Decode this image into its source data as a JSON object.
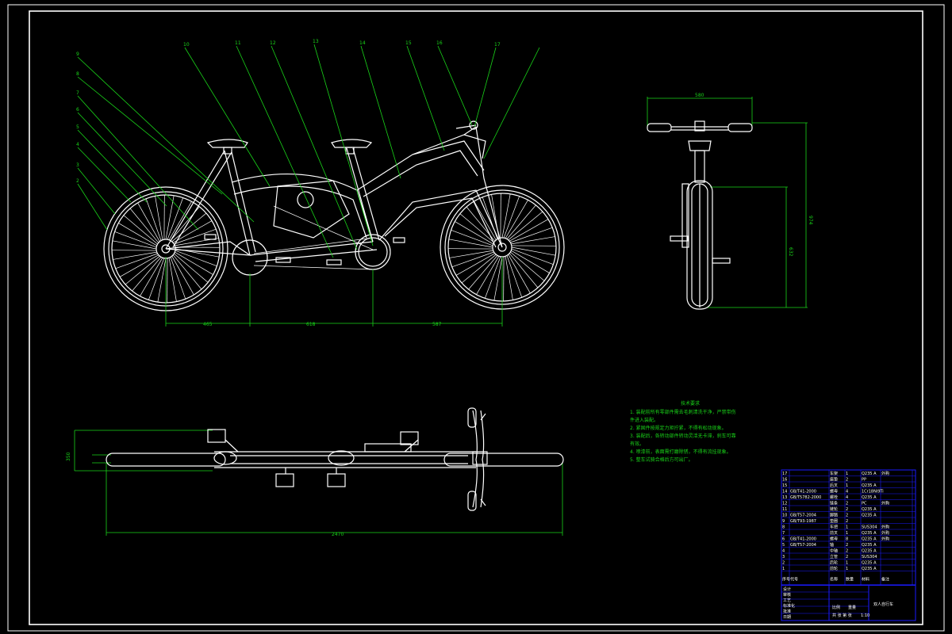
{
  "colors": {
    "background": "#000000",
    "lines": "#ffffff",
    "dimensions": "#19d419",
    "table_frame": "#1a1aff"
  },
  "balloons": [
    "2",
    "3",
    "4",
    "5",
    "6",
    "7",
    "8",
    "9",
    "10",
    "11",
    "12",
    "13",
    "14",
    "15",
    "16",
    "17"
  ],
  "dims": {
    "side_rear": "465",
    "side_mid": "618",
    "side_front": "587",
    "front_width": "580",
    "front_height": "974",
    "front_wheel": "632",
    "top_length": "2470",
    "top_width": "350"
  },
  "notes": {
    "title": "技术要求",
    "lines": [
      "1. 装配前所有零部件需去毛刺清洗干净，严禁带伤",
      "件进入装配。",
      "2. 紧固件按规定力矩拧紧，不得有松动现象。",
      "3. 装配后，各转动部件转动灵活无卡滞，刹车可靠",
      "有效。",
      "4. 喷漆前，表面需打磨除锈，不得有流挂现象。",
      "5. 整车试骑合格后方可出厂。"
    ]
  },
  "bom": [
    {
      "no": "17",
      "code": "",
      "name": "车架",
      "qty": "1",
      "mat": "Q235 A",
      "note": "外购"
    },
    {
      "no": "16",
      "code": "",
      "name": "座垫",
      "qty": "2",
      "mat": "PP",
      "note": ""
    },
    {
      "no": "15",
      "code": "",
      "name": "后叉",
      "qty": "1",
      "mat": "Q235 A",
      "note": ""
    },
    {
      "no": "14",
      "code": "GB/T41-2000",
      "name": "螺母",
      "qty": "4",
      "mat": "1Cr18Ni9Ti",
      "note": ""
    },
    {
      "no": "13",
      "code": "GB/T5782-2000",
      "name": "螺栓",
      "qty": "4",
      "mat": "Q235 A",
      "note": ""
    },
    {
      "no": "12",
      "code": "",
      "name": "链条",
      "qty": "2",
      "mat": "PC",
      "note": "外购"
    },
    {
      "no": "11",
      "code": "",
      "name": "链轮",
      "qty": "2",
      "mat": "Q235 A",
      "note": ""
    },
    {
      "no": "10",
      "code": "GB/T57-2004",
      "name": "脚踏",
      "qty": "2",
      "mat": "Q235 A",
      "note": ""
    },
    {
      "no": "9",
      "code": "GB/T93-1987",
      "name": "垫圈",
      "qty": "2",
      "mat": "",
      "note": ""
    },
    {
      "no": "8",
      "code": "",
      "name": "车把",
      "qty": "1",
      "mat": "SUS304",
      "note": "外购"
    },
    {
      "no": "7",
      "code": "",
      "name": "前叉",
      "qty": "1",
      "mat": "Q235 A",
      "note": "外购"
    },
    {
      "no": "6",
      "code": "GB/T41-2000",
      "name": "螺母",
      "qty": "8",
      "mat": "Q235 A",
      "note": "外购"
    },
    {
      "no": "5",
      "code": "GB/T57-2004",
      "name": "轴",
      "qty": "2",
      "mat": "Q235 A",
      "note": ""
    },
    {
      "no": "4",
      "code": "",
      "name": "中轴",
      "qty": "2",
      "mat": "Q235 A",
      "note": ""
    },
    {
      "no": "3",
      "code": "",
      "name": "立管",
      "qty": "2",
      "mat": "SUS304",
      "note": ""
    },
    {
      "no": "2",
      "code": "",
      "name": "后轮",
      "qty": "1",
      "mat": "Q235 A",
      "note": ""
    },
    {
      "no": "1",
      "code": "",
      "name": "前轮",
      "qty": "1",
      "mat": "Q235 A",
      "note": ""
    }
  ],
  "bom_header": {
    "no": "序号",
    "code": "代号",
    "name": "名称",
    "qty": "数量",
    "mat": "材料",
    "note": "备注"
  },
  "title_block": {
    "name": "双人自行车",
    "labels": [
      "设计",
      "审核",
      "工艺",
      "标准化",
      "批准",
      "日期"
    ],
    "scale_label": "比例",
    "weight_label": "重量",
    "sheet_label": "共 张 第 张",
    "scale": "1:10"
  }
}
